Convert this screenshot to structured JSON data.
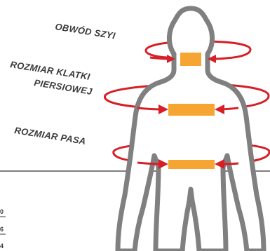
{
  "labels": {
    "neck": "OBWÓD SZYI",
    "chest_line1": "ROZMIAR KLATKI",
    "chest_line2": "PIERSIOWEJ",
    "waist": "ROZMIAR PASA"
  },
  "edge_marks": [
    "0",
    "6",
    "4"
  ],
  "colors": {
    "body_outline": "#808080",
    "arrow": "#d61f26",
    "band": "#f6a532",
    "text": "#3a3a3a",
    "divider": "#333333"
  },
  "icons": {
    "figure": "human-body-outline",
    "arrows": "circular-measure-arrow"
  }
}
